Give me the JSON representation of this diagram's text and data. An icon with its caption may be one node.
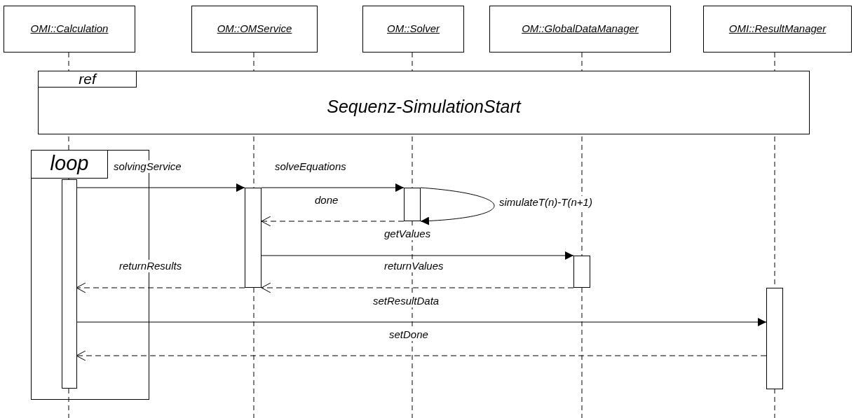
{
  "diagram": {
    "nodes": [
      {
        "text": [
          "OMI::Calculation"
        ]
      },
      {
        "text": [
          "OM::OMService"
        ]
      },
      {
        "text": [
          "OM::Solver"
        ]
      },
      {
        "text": [
          "OM::GlobalDataManager"
        ]
      },
      {
        "text": [
          "OMI::ResultManager"
        ]
      },
      {
        "text": [
          "ref",
          "Sequenz-SimulationStart"
        ]
      },
      {
        "text": [
          "loop"
        ]
      },
      {
        "text": [],
        "shape": "bar",
        "in": 6
      },
      {
        "text": [],
        "shape": "bar"
      },
      {
        "text": [],
        "shape": "bar"
      },
      {
        "text": [],
        "shape": "bar"
      },
      {
        "text": [],
        "shape": "bar"
      }
    ],
    "edges": [
      {
        "from": 7,
        "to": 8,
        "arrow": "to",
        "label": "solvingService"
      },
      {
        "from": 8,
        "to": 9,
        "arrow": "to",
        "label": "solveEquations"
      },
      {
        "from": 9,
        "to": 9,
        "arrow": "to",
        "label": "simulateT(n)-T(n+1)"
      },
      {
        "from": 9,
        "to": 8,
        "arrow": "to",
        "label": "done",
        "style": "dashed"
      },
      {
        "from": 8,
        "to": 10,
        "arrow": "to",
        "label": "getValues"
      },
      {
        "from": 10,
        "to": 8,
        "arrow": "to",
        "label": "returnValues",
        "style": "dashed"
      },
      {
        "from": 8,
        "to": 7,
        "arrow": "to",
        "label": "returnResults",
        "style": "dashed"
      },
      {
        "from": 7,
        "to": 11,
        "arrow": "to",
        "label": "setResultData"
      },
      {
        "from": 11,
        "to": 7,
        "arrow": "to",
        "label": "setDone",
        "style": "dashed"
      }
    ]
  }
}
